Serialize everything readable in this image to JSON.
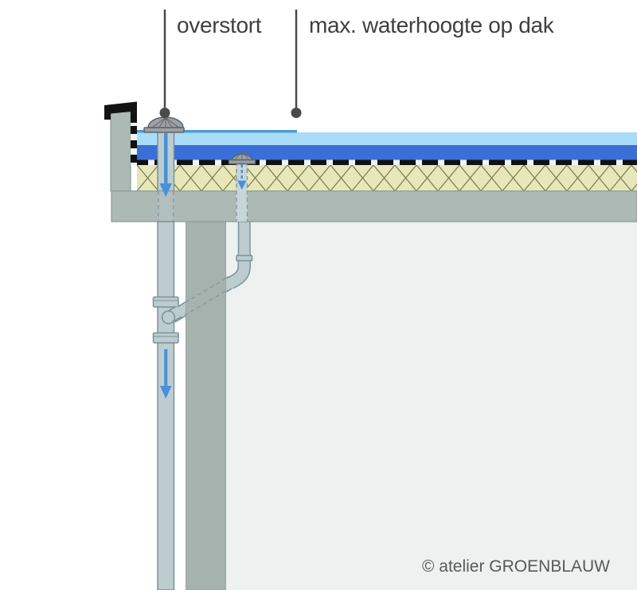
{
  "labels": {
    "overflow": "overstort",
    "max_water_level": "max. waterhoogte op dak"
  },
  "credit": "© atelier GROENBLAUW",
  "icons": {
    "flow_arrow": "down-arrow",
    "overflow_dome": "mushroom-dome-cap",
    "roof_drain_dome": "mushroom-dome-cap"
  },
  "colors": {
    "background": "#ffffff",
    "interior": "#edf2f0",
    "water_light": "#a9dcf6",
    "water_dark": "#3a6fd8",
    "water_line": "#4f9ad5",
    "membrane": "#111111",
    "membrane_gap": "#eef4f8",
    "coping": "#131313",
    "insulation": "#e7e7ba",
    "insulation_line": "#7f7f55",
    "concrete": "#acb9b5",
    "column": "#a5b2ae",
    "pipe": "#bdccce",
    "pipe_outline": "#7b929a",
    "pipe_hidden": "#c9d6d8",
    "hidden_edge": "#8a9aa0",
    "dome": "#9ca1a4",
    "dome_outline": "#5d6569",
    "arrow": "#4a90d9",
    "leader": "#4a4a4a",
    "label_text": "#3f3f3f",
    "credit_text": "#595959"
  }
}
